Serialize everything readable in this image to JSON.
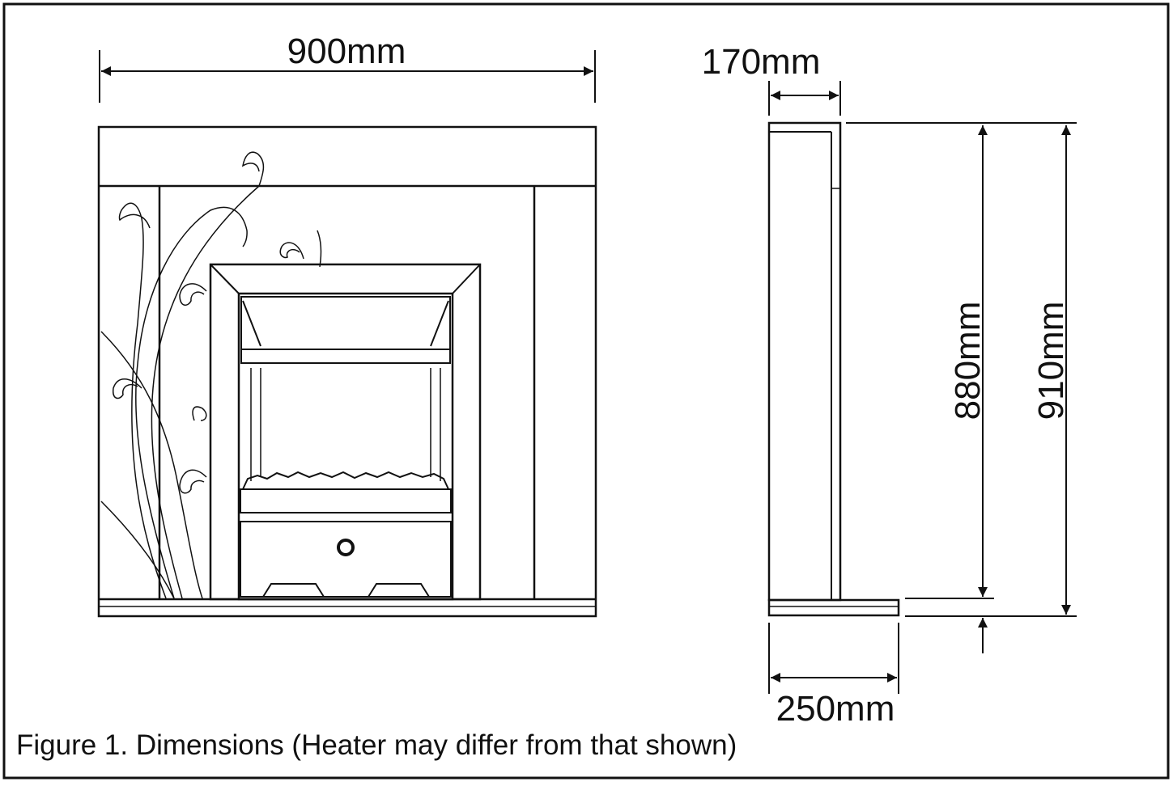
{
  "dimensions": {
    "width": "900mm",
    "depth_top": "170mm",
    "depth_base": "250mm",
    "height_inner": "880mm",
    "height_total": "910mm"
  },
  "caption": "Figure 1. Dimensions (Heater may differ from that shown)",
  "colors": {
    "line": "#111111",
    "background": "#ffffff"
  }
}
